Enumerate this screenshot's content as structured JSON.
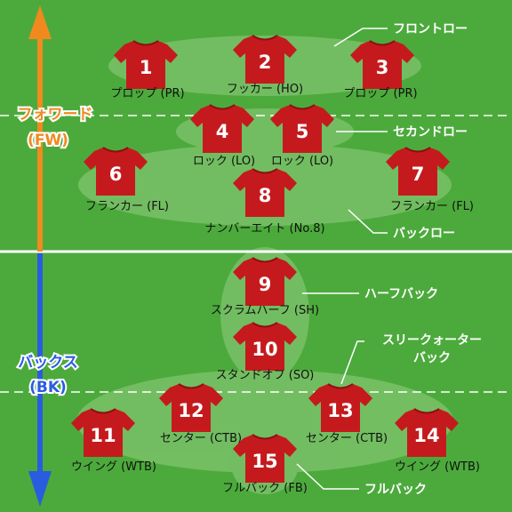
{
  "colors": {
    "field": "#4caa3c",
    "forwards_axis": "#f08a1e",
    "backs_axis": "#2a5ce0",
    "jersey": "#c51a1d",
    "group_ellipse": "#7fc46e"
  },
  "sections": {
    "forwards": {
      "name": "フォワード",
      "abbr": "(FW)"
    },
    "backs": {
      "name": "バックス",
      "abbr": "(BK)"
    }
  },
  "groups": [
    {
      "id": "front-row",
      "label": "フロントロー"
    },
    {
      "id": "second-row",
      "label": "セカンドロー"
    },
    {
      "id": "back-row",
      "label": "バックロー"
    },
    {
      "id": "half-back",
      "label": "ハーフバック"
    },
    {
      "id": "three-quarter-line1",
      "label": "スリークォーター"
    },
    {
      "id": "three-quarter-line2",
      "label": "バック"
    },
    {
      "id": "full-back",
      "label": "フルバック"
    }
  ],
  "players": [
    {
      "number": "1",
      "position": "プロップ (PR)"
    },
    {
      "number": "2",
      "position": "フッカー (HO)"
    },
    {
      "number": "3",
      "position": "プロップ (PR)"
    },
    {
      "number": "4",
      "position": "ロック (LO)"
    },
    {
      "number": "5",
      "position": "ロック (LO)"
    },
    {
      "number": "6",
      "position": "フランカー (FL)"
    },
    {
      "number": "7",
      "position": "フランカー (FL)"
    },
    {
      "number": "8",
      "position": "ナンバーエイト (No.8)"
    },
    {
      "number": "9",
      "position": "スクラムハーフ (SH)"
    },
    {
      "number": "10",
      "position": "スタンドオフ (SO)"
    },
    {
      "number": "12",
      "position": "センター (CTB)"
    },
    {
      "number": "13",
      "position": "センター (CTB)"
    },
    {
      "number": "11",
      "position": "ウイング (WTB)"
    },
    {
      "number": "14",
      "position": "ウイング (WTB)"
    },
    {
      "number": "15",
      "position": "フルバック (FB)"
    }
  ]
}
